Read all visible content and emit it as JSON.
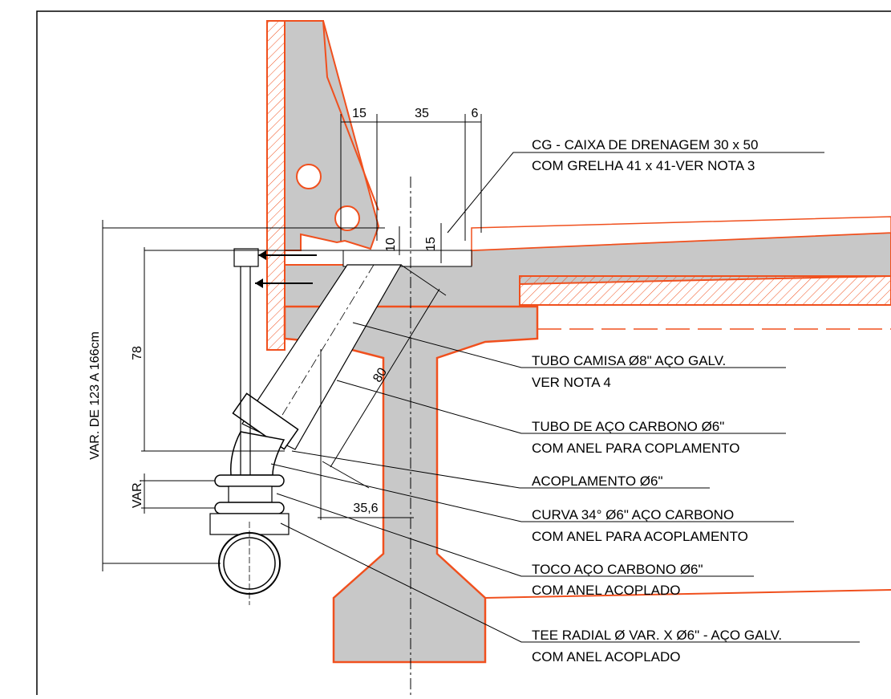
{
  "dimensions": {
    "top_15": "15",
    "top_35": "35",
    "top_6": "6",
    "dim_10": "10",
    "dim_15_vertical": "15",
    "dim_78": "78",
    "dim_80": "80",
    "dim_35_6": "35,6",
    "var_range": "VAR. DE 123 A 166cm",
    "var": "VAR."
  },
  "callouts": {
    "caixa_line1": "CG - CAIXA DE DRENAGEM 30 x 50",
    "caixa_line2": "COM GRELHA 41 x 41-VER NOTA 3",
    "tubo_camisa_line1": "TUBO CAMISA Ø8\" AÇO GALV.",
    "tubo_camisa_line2": "VER NOTA 4",
    "tubo_aco_line1": "TUBO DE AÇO CARBONO Ø6\"",
    "tubo_aco_line2": "COM ANEL PARA COPLAMENTO",
    "acoplamento_line1": "ACOPLAMENTO Ø6\"",
    "curva_line1": "CURVA 34° Ø6\" AÇO CARBONO",
    "curva_line2": "COM ANEL PARA ACOPLAMENTO",
    "toco_line1": "TOCO AÇO CARBONO Ø6\"",
    "toco_line2": "COM ANEL ACOPLADO",
    "tee_line1": "TEE RADIAL Ø VAR. X Ø6\" - AÇO GALV.",
    "tee_line2": "COM ANEL ACOPLADO"
  },
  "colors": {
    "concrete": "#c8c8c8",
    "outline": "#f0501e",
    "line": "#000000"
  }
}
